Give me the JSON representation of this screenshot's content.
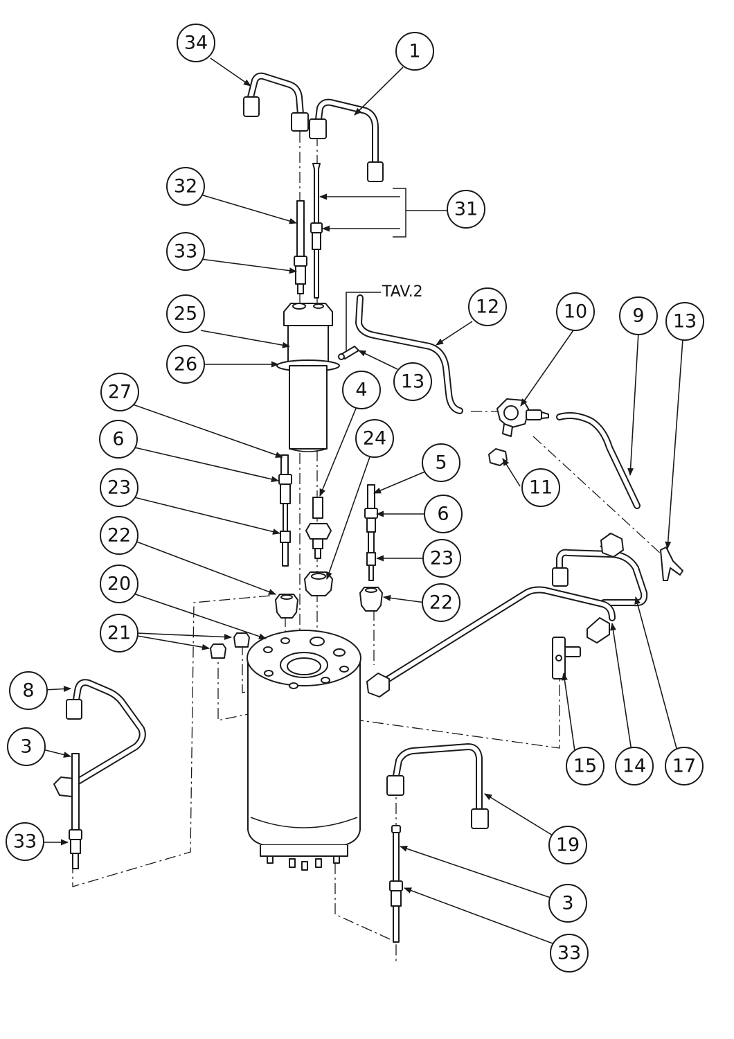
{
  "diagram": {
    "reference": "TAV.2",
    "callouts": [
      "34",
      "1",
      "32",
      "31",
      "33",
      "25",
      "26",
      "12",
      "10",
      "9",
      "13",
      "13",
      "27",
      "4",
      "24",
      "6",
      "5",
      "11",
      "23",
      "6",
      "22",
      "23",
      "20",
      "22",
      "21",
      "8",
      "3",
      "15",
      "14",
      "17",
      "33",
      "19",
      "3",
      "33"
    ]
  },
  "colors": {
    "line": "#1a1a1a",
    "background": "#ffffff"
  }
}
